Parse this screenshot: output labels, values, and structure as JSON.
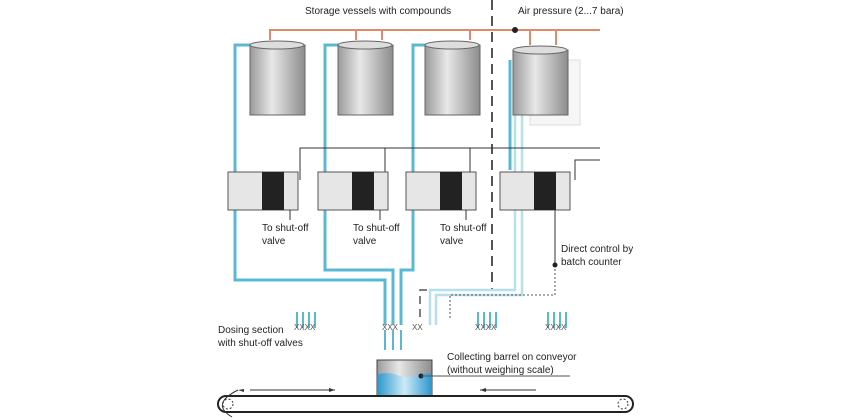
{
  "labels": {
    "storage": "Storage vessels with compounds",
    "air": "Air pressure (2...7 bara)",
    "shutoff_1": "To shut-off",
    "shutoff_1b": "valve",
    "shutoff_2": "To shut-off",
    "shutoff_2b": "valve",
    "shutoff_3": "To shut-off",
    "shutoff_3b": "valve",
    "direct_1": "Direct control by",
    "direct_2": "batch counter",
    "dosing_1": "Dosing section",
    "dosing_2": "with shut-off valves",
    "barrel_1": "Collecting barrel on conveyor",
    "barrel_2": "(without weighing scale)"
  },
  "colors": {
    "pipe_blue": "#5bb8d4",
    "pipe_air": "#e08a6a",
    "tank": "#c8c8c8",
    "liquid": "#3aa6d8"
  }
}
